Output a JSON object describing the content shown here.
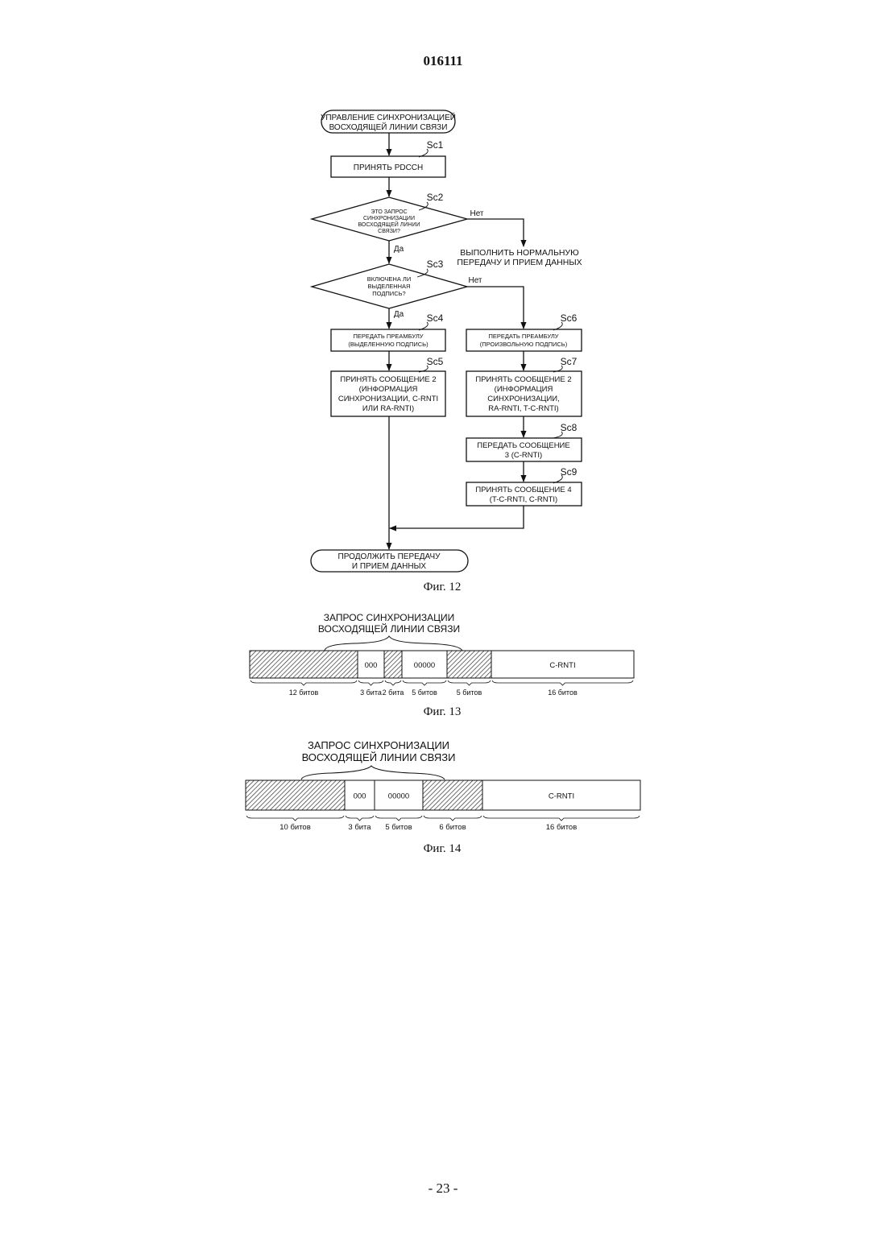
{
  "header": {
    "page_number": "016111"
  },
  "footer": {
    "page": "- 23 -"
  },
  "fig12": {
    "caption": "Фиг. 12",
    "start": [
      "УПРАВЛЕНИЕ СИНХРОНИЗАЦИЕЙ",
      "ВОСХОДЯЩЕЙ ЛИНИИ СВЯЗИ"
    ],
    "end": [
      "ПРОДОЛЖИТЬ ПЕРЕДАЧУ",
      "И ПРИЕМ ДАННЫХ"
    ],
    "steps": {
      "sc1": {
        "id": "Sc1",
        "lines": [
          "ПРИНЯТЬ PDCCH"
        ]
      },
      "sc2": {
        "id": "Sc2",
        "lines": [
          "ЭТО ЗАПРОС",
          "СИНХРОНИЗАЦИИ",
          "ВОСХОДЯЩЕЙ ЛИНИИ",
          "СВЯЗИ?"
        ]
      },
      "sc3": {
        "id": "Sc3",
        "lines": [
          "ВКЛЮЧЕНА ЛИ",
          "ВЫДЕЛЕННАЯ",
          "ПОДПИСЬ?"
        ]
      },
      "sc4": {
        "id": "Sc4",
        "lines": [
          "ПЕРЕДАТЬ ПРЕАМБУЛУ",
          "(ВЫДЕЛЕННУЮ ПОДПИСЬ)"
        ]
      },
      "sc5": {
        "id": "Sc5",
        "lines": [
          "ПРИНЯТЬ СООБЩЕНИЕ 2",
          "(ИНФОРМАЦИЯ",
          "СИНХРОНИЗАЦИИ, C-RNTI",
          "ИЛИ RA-RNTI)"
        ]
      },
      "sc6": {
        "id": "Sc6",
        "lines": [
          "ПЕРЕДАТЬ ПРЕАМБУЛУ",
          "(ПРОИЗВОЛЬНУЮ ПОДПИСЬ)"
        ]
      },
      "sc7": {
        "id": "Sc7",
        "lines": [
          "ПРИНЯТЬ СООБЩЕНИЕ 2",
          "(ИНФОРМАЦИЯ",
          "СИНХРОНИЗАЦИИ,",
          "RA-RNTI, T-C-RNTI)"
        ]
      },
      "sc8": {
        "id": "Sc8",
        "lines": [
          "ПЕРЕДАТЬ СООБЩЕНИЕ",
          "3 (C-RNTI)"
        ]
      },
      "sc9": {
        "id": "Sc9",
        "lines": [
          "ПРИНЯТЬ СООБЩЕНИЕ 4",
          "(T-C-RNTI, C-RNTI)"
        ]
      }
    },
    "yes": "Да",
    "no": "Нет",
    "normal": [
      "ВЫПОЛНИТЬ НОРМАЛЬНУЮ",
      "ПЕРЕДАЧУ И ПРИЕМ ДАННЫХ"
    ]
  },
  "fig13": {
    "caption": "Фиг. 13",
    "title": [
      "ЗАПРОС СИНХРОНИЗАЦИИ",
      "ВОСХОДЯЩЕЙ ЛИНИИ СВЯЗИ"
    ],
    "fields": [
      {
        "bits": 12,
        "value": "",
        "label": "12 битов",
        "hatched": true
      },
      {
        "bits": 3,
        "value": "000",
        "label": "3 бита",
        "hatched": false
      },
      {
        "bits": 2,
        "value": "",
        "label": "2 бита",
        "hatched": true
      },
      {
        "bits": 5,
        "value": "00000",
        "label": "5 битов",
        "hatched": false
      },
      {
        "bits": 5,
        "value": "",
        "label": "5 битов",
        "hatched": true
      },
      {
        "bits": 16,
        "value": "C-RNTI",
        "label": "16 битов",
        "hatched": false
      }
    ]
  },
  "fig14": {
    "caption": "Фиг. 14",
    "title": [
      "ЗАПРОС СИНХРОНИЗАЦИИ",
      "ВОСХОДЯЩЕЙ ЛИНИИ СВЯЗИ"
    ],
    "fields": [
      {
        "bits": 10,
        "value": "",
        "label": "10 битов",
        "hatched": true
      },
      {
        "bits": 3,
        "value": "000",
        "label": "3 бита",
        "hatched": false
      },
      {
        "bits": 5,
        "value": "00000",
        "label": "5 битов",
        "hatched": false
      },
      {
        "bits": 6,
        "value": "",
        "label": "6 битов",
        "hatched": true
      },
      {
        "bits": 16,
        "value": "C-RNTI",
        "label": "16 битов",
        "hatched": false
      }
    ]
  }
}
